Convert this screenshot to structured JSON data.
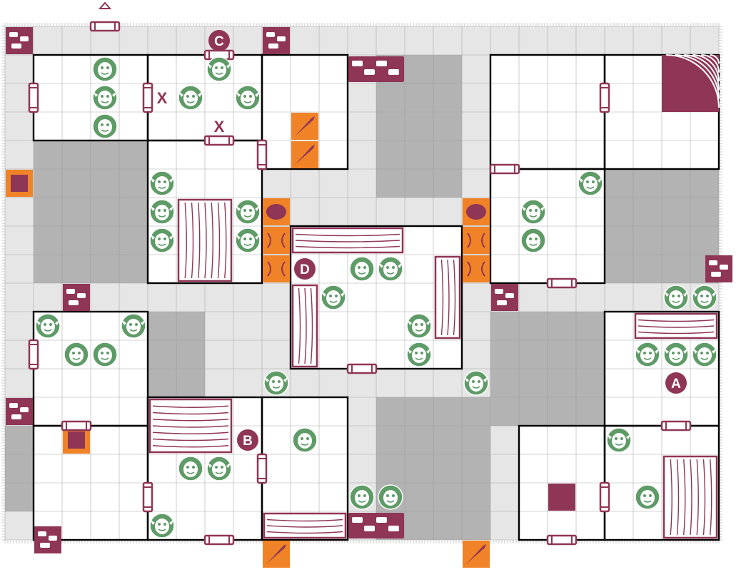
{
  "map": {
    "cols": 25,
    "rows": 18,
    "solid_rooms": [
      {
        "name": "solid-room-west",
        "cell": [
          1,
          4
        ],
        "span": [
          4,
          5
        ]
      },
      {
        "name": "solid-room-north-center",
        "cell": [
          13,
          1
        ],
        "span": [
          3,
          5
        ]
      },
      {
        "name": "solid-room-east",
        "cell": [
          21,
          5
        ],
        "span": [
          4,
          4
        ]
      },
      {
        "name": "solid-room-west-lower",
        "cell": [
          5,
          10
        ],
        "span": [
          2,
          3
        ]
      },
      {
        "name": "solid-room-center-lower",
        "cell": [
          13,
          13
        ],
        "span": [
          4,
          5
        ]
      },
      {
        "name": "solid-room-east-lower",
        "cell": [
          17,
          10
        ],
        "span": [
          4,
          4
        ]
      },
      {
        "name": "solid-edge-left",
        "cell": [
          0,
          14
        ],
        "span": [
          1,
          3
        ]
      }
    ],
    "room_outlines": [
      [
        1,
        1,
        4,
        3
      ],
      [
        5,
        1,
        4,
        3
      ],
      [
        9,
        1,
        3,
        4
      ],
      [
        17,
        1,
        4,
        4
      ],
      [
        21,
        1,
        4,
        4
      ],
      [
        17,
        5,
        4,
        4
      ],
      [
        5,
        4,
        4,
        5
      ],
      [
        10,
        7,
        6,
        5
      ],
      [
        1,
        10,
        4,
        4
      ],
      [
        1,
        14,
        4,
        4
      ],
      [
        5,
        13,
        4,
        5
      ],
      [
        9,
        13,
        3,
        5
      ],
      [
        18,
        14,
        3,
        4
      ],
      [
        21,
        14,
        4,
        4
      ],
      [
        21,
        10,
        4,
        4
      ]
    ]
  },
  "markers": [
    {
      "letter": "A",
      "cell": [
        23,
        12
      ]
    },
    {
      "letter": "B",
      "cell": [
        8,
        14
      ]
    },
    {
      "letter": "C",
      "cell": [
        7,
        0
      ]
    },
    {
      "letter": "D",
      "cell": [
        10,
        8
      ]
    }
  ],
  "cross_marks": [
    {
      "letter": "X",
      "cell": [
        5,
        2
      ]
    },
    {
      "letter": "X",
      "cell": [
        7,
        3
      ]
    }
  ],
  "monsters": [
    {
      "kind": "orc",
      "cell": [
        3,
        1
      ]
    },
    {
      "kind": "goblin",
      "cell": [
        3,
        2
      ]
    },
    {
      "kind": "orc",
      "cell": [
        3,
        3
      ]
    },
    {
      "kind": "goblin",
      "cell": [
        6,
        2
      ]
    },
    {
      "kind": "goblin",
      "cell": [
        7,
        1
      ]
    },
    {
      "kind": "goblin",
      "cell": [
        8,
        2
      ]
    },
    {
      "kind": "goblin",
      "cell": [
        5,
        5
      ]
    },
    {
      "kind": "goblin",
      "cell": [
        5,
        6
      ]
    },
    {
      "kind": "goblin",
      "cell": [
        5,
        7
      ]
    },
    {
      "kind": "goblin",
      "cell": [
        8,
        6
      ]
    },
    {
      "kind": "goblin",
      "cell": [
        8,
        7
      ]
    },
    {
      "kind": "orc",
      "cell": [
        12,
        8
      ]
    },
    {
      "kind": "goblin",
      "cell": [
        13,
        8
      ]
    },
    {
      "kind": "goblin",
      "cell": [
        11,
        9
      ]
    },
    {
      "kind": "goblin",
      "cell": [
        14,
        10
      ]
    },
    {
      "kind": "goblin",
      "cell": [
        14,
        11
      ]
    },
    {
      "kind": "goblin",
      "cell": [
        20,
        5
      ]
    },
    {
      "kind": "goblin",
      "cell": [
        18,
        6
      ]
    },
    {
      "kind": "fimir",
      "cell": [
        18,
        7
      ]
    },
    {
      "kind": "goblin",
      "cell": [
        23,
        9
      ]
    },
    {
      "kind": "goblin",
      "cell": [
        24,
        9
      ]
    },
    {
      "kind": "goblin",
      "cell": [
        22,
        11
      ]
    },
    {
      "kind": "goblin",
      "cell": [
        23,
        11
      ]
    },
    {
      "kind": "goblin",
      "cell": [
        24,
        11
      ]
    },
    {
      "kind": "goblin",
      "cell": [
        1,
        10
      ]
    },
    {
      "kind": "goblin",
      "cell": [
        4,
        10
      ]
    },
    {
      "kind": "fimir",
      "cell": [
        2,
        11
      ]
    },
    {
      "kind": "fimir",
      "cell": [
        3,
        11
      ]
    },
    {
      "kind": "goblin",
      "cell": [
        9,
        12
      ]
    },
    {
      "kind": "goblin",
      "cell": [
        16,
        12
      ]
    },
    {
      "kind": "orc",
      "cell": [
        6,
        15
      ]
    },
    {
      "kind": "goblin",
      "cell": [
        7,
        15
      ]
    },
    {
      "kind": "orc",
      "cell": [
        10,
        14
      ]
    },
    {
      "kind": "goblin",
      "cell": [
        5,
        17
      ]
    },
    {
      "kind": "orc",
      "cell": [
        12,
        16
      ]
    },
    {
      "kind": "orc",
      "cell": [
        13,
        16
      ]
    },
    {
      "kind": "goblin",
      "cell": [
        21,
        14
      ]
    },
    {
      "kind": "orc",
      "cell": [
        22,
        16
      ]
    }
  ],
  "furniture": [
    {
      "kind": "table",
      "cell": [
        6,
        6
      ],
      "span": [
        2,
        3
      ]
    },
    {
      "kind": "table",
      "cell": [
        10,
        9
      ],
      "span": [
        1,
        3
      ]
    },
    {
      "kind": "table",
      "cell": [
        15,
        8
      ],
      "span": [
        1,
        3
      ]
    },
    {
      "kind": "weapon-rack",
      "cell": [
        10,
        7
      ],
      "span": [
        4,
        1
      ]
    },
    {
      "kind": "bookcase",
      "cell": [
        22,
        10
      ],
      "span": [
        3,
        1
      ]
    },
    {
      "kind": "sorcerers-table",
      "cell": [
        5,
        13
      ],
      "span": [
        3,
        2
      ]
    },
    {
      "kind": "alchemists-bench",
      "cell": [
        23,
        15
      ],
      "span": [
        2,
        3
      ]
    },
    {
      "kind": "tomb",
      "cell": [
        9,
        17
      ],
      "span": [
        3,
        1
      ]
    },
    {
      "kind": "rubble-wall",
      "cell": [
        12,
        1
      ],
      "span": [
        2,
        1
      ]
    },
    {
      "kind": "rubble-wall",
      "cell": [
        12,
        17
      ],
      "span": [
        2,
        1
      ]
    },
    {
      "kind": "stairs",
      "cell": [
        23,
        1
      ],
      "span": [
        2,
        2
      ]
    }
  ],
  "blocked_tiles": [
    [
      0,
      0
    ],
    [
      9,
      0
    ],
    [
      0,
      13
    ],
    [
      25,
      8
    ],
    [
      2,
      9
    ],
    [
      17,
      9
    ],
    [
      1,
      18
    ]
  ],
  "doors": [
    {
      "dir": "v",
      "cell": [
        1,
        2
      ]
    },
    {
      "dir": "v",
      "cell": [
        5,
        2
      ]
    },
    {
      "dir": "h",
      "cell": [
        7,
        1
      ]
    },
    {
      "dir": "h",
      "cell": [
        7,
        4
      ]
    },
    {
      "dir": "v",
      "cell": [
        9,
        4
      ]
    },
    {
      "dir": "v",
      "cell": [
        21,
        2
      ]
    },
    {
      "dir": "h",
      "cell": [
        17,
        5
      ]
    },
    {
      "dir": "h",
      "cell": [
        19,
        9
      ]
    },
    {
      "dir": "h",
      "cell": [
        12,
        12
      ]
    },
    {
      "dir": "v",
      "cell": [
        1,
        11
      ]
    },
    {
      "dir": "h",
      "cell": [
        2,
        14
      ]
    },
    {
      "dir": "v",
      "cell": [
        9,
        15
      ]
    },
    {
      "dir": "v",
      "cell": [
        5,
        16
      ]
    },
    {
      "dir": "h",
      "cell": [
        7,
        18
      ]
    },
    {
      "dir": "h",
      "cell": [
        23,
        14
      ]
    },
    {
      "dir": "v",
      "cell": [
        21,
        16
      ]
    },
    {
      "dir": "h",
      "cell": [
        19,
        18
      ]
    },
    {
      "dir": "h",
      "cell": [
        3,
        0
      ]
    }
  ],
  "traps": [
    {
      "kind": "spear-trap",
      "cell": [
        10,
        3
      ]
    },
    {
      "kind": "spear-trap",
      "cell": [
        10,
        4
      ]
    },
    {
      "kind": "spear-trap",
      "cell": [
        9,
        18
      ]
    },
    {
      "kind": "spear-trap",
      "cell": [
        16,
        18
      ]
    },
    {
      "kind": "pit-trap",
      "cell": [
        0,
        5
      ]
    },
    {
      "kind": "pit-trap",
      "cell": [
        2,
        14
      ]
    },
    {
      "kind": "falling-block",
      "cell": [
        9,
        6
      ]
    },
    {
      "kind": "falling-block",
      "cell": [
        16,
        6
      ]
    },
    {
      "kind": "chest-trap",
      "cell": [
        9,
        7
      ]
    },
    {
      "kind": "chest-trap",
      "cell": [
        9,
        8
      ]
    },
    {
      "kind": "chest-trap",
      "cell": [
        16,
        7
      ]
    },
    {
      "kind": "chest-trap",
      "cell": [
        16,
        8
      ]
    }
  ],
  "special_tiles": [
    {
      "kind": "throne",
      "cell": [
        19,
        16
      ]
    }
  ],
  "colors": {
    "accent": "#8f3556",
    "monster": "#5e9b67",
    "trap": "#f08227",
    "solid": "#b3b3b3",
    "corridor": "#e6e6e6",
    "room": "#ffffff"
  }
}
